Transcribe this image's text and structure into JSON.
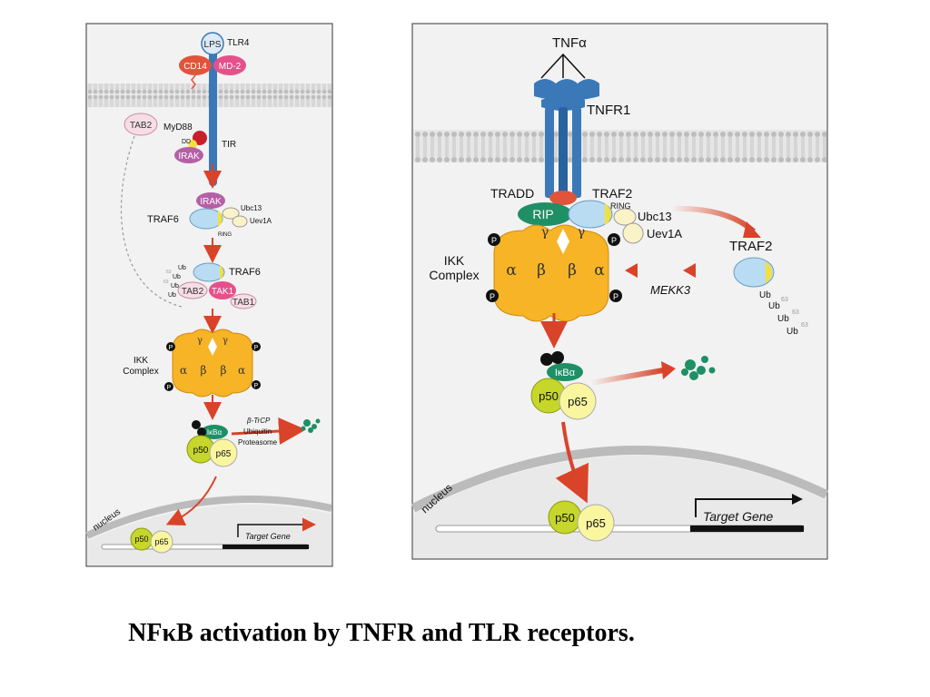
{
  "caption": "NFκB activation by TNFR and TLR receptors.",
  "tlr_panel": {
    "receptor": {
      "ligand": "LPS",
      "name": "TLR4",
      "coreceptor_1": "CD14",
      "coreceptor_2": "MD-2",
      "domain": "TIR"
    },
    "adaptor": {
      "name": "MyD88",
      "domain": "DD",
      "kinase": "IRAK"
    },
    "tab2_top": "TAB2",
    "complex_1": {
      "irak": "IRAK",
      "traf6": "TRAF6",
      "ubc13": "Ubc13",
      "uev1a": "Uev1A",
      "ring": "RING"
    },
    "complex_2": {
      "traf6": "TRAF6",
      "tab2": "TAB2",
      "tak1": "TAK1",
      "tab1": "TAB1",
      "ub": "Ub",
      "k63": "63"
    },
    "ikk": {
      "label_1": "IKK",
      "label_2": "Complex",
      "alpha": "α",
      "beta": "β",
      "gamma": "γ",
      "p": "P"
    },
    "nfkb": {
      "ikb": "IκBα",
      "p50": "p50",
      "p65": "p65"
    },
    "degradation": {
      "line_1": "β-TrCP",
      "line_2": "Ubiquitin",
      "line_3": "Proteasome"
    },
    "nucleus": "nucleus",
    "target_gene": "Target Gene"
  },
  "tnf_panel": {
    "ligand": "TNFα",
    "receptor": "TNFR1",
    "tradd": "TRADD",
    "rip": "RIP",
    "traf2": "TRAF2",
    "ring": "RING",
    "ubc13": "Ubc13",
    "uev1a": "Uev1A",
    "traf2_right": "TRAF2",
    "mekk3": "MEKK3",
    "ub": "Ub",
    "k63": "63",
    "ikk": {
      "label_1": "IKK",
      "label_2": "Complex",
      "alpha": "α",
      "beta": "β",
      "gamma": "γ",
      "p": "P"
    },
    "nfkb": {
      "ikb": "IκBα",
      "p50": "p50",
      "p65": "p65"
    },
    "nucleus": "nucleus",
    "target_gene": "Target Gene"
  },
  "colors": {
    "panel_bg": "#f2f2f2",
    "membrane": "#c8c8c8",
    "receptor_blue": "#3a78b8",
    "ikk_orange": "#f6b426",
    "arrow_red": "#d9432a",
    "rip_green": "#1f8f66",
    "p50_green": "#c6d62a",
    "p65_yellow": "#faf6a0",
    "traf_blue": "#b9dcf2",
    "irak_purple": "#b560a6",
    "cd14_red": "#e0543a",
    "md2_pink": "#e6508a",
    "tab_pink": "#f6dde6"
  }
}
